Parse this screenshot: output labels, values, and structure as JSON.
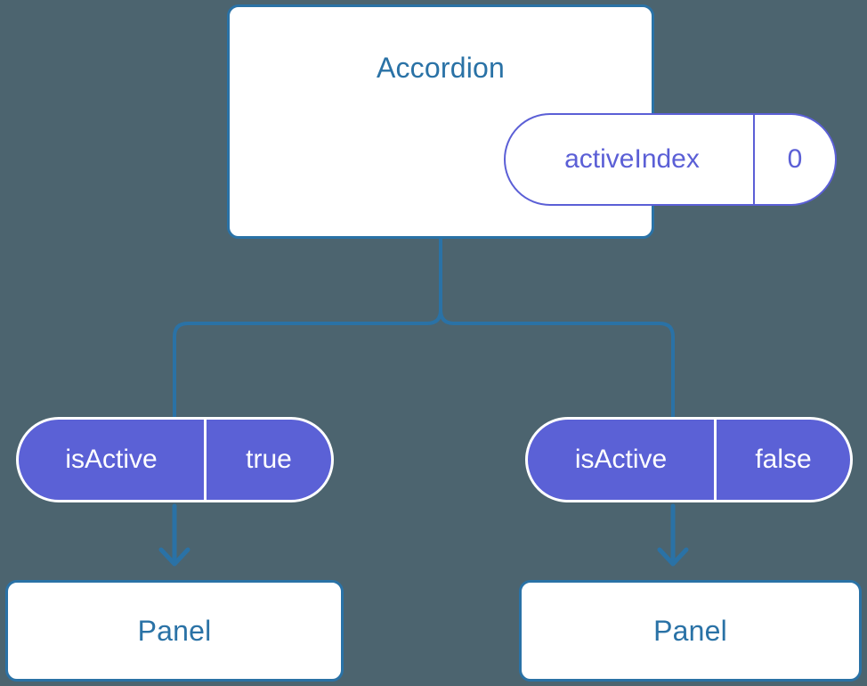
{
  "diagram": {
    "type": "component-state-tree",
    "background_color": "#4c646f",
    "accent_blue": "#2a72a6",
    "accent_purple": "#5b61d6",
    "root": {
      "title": "Accordion",
      "state_badge": {
        "key": "activeIndex",
        "value": "0"
      }
    },
    "branches": [
      {
        "prop_badge": {
          "key": "isActive",
          "value": "true"
        },
        "child": {
          "title": "Panel"
        }
      },
      {
        "prop_badge": {
          "key": "isActive",
          "value": "false"
        },
        "child": {
          "title": "Panel"
        }
      }
    ]
  }
}
